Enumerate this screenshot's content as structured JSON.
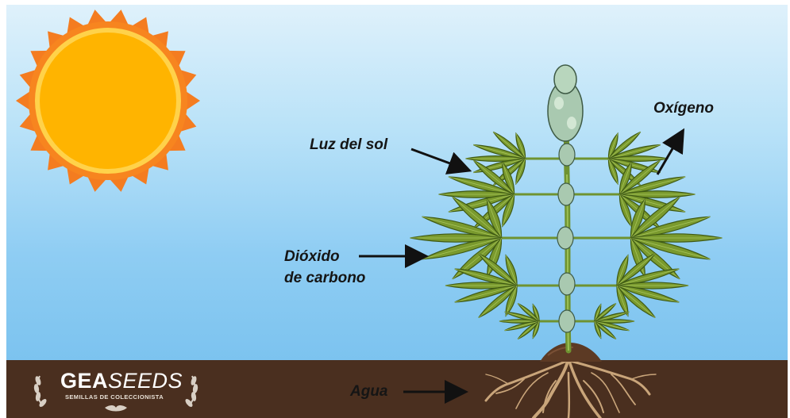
{
  "labels": {
    "sunlight": "Luz del sol",
    "co2_line1": "Dióxido",
    "co2_line2": "de carbono",
    "oxygen": "Oxígeno",
    "water": "Agua"
  },
  "brand": {
    "name_part1": "GEA",
    "name_part2": "SEEDS",
    "tagline": "SEMILLAS DE COLECCIONISTA"
  },
  "colors": {
    "sky_top": "#dff1fb",
    "sky_bottom": "#7cc3ef",
    "soil": "#4a2f1f",
    "sun_outer": "#f47c20",
    "sun_inner": "#ffb300",
    "leaf": "#7a9a2e",
    "leaf_dark": "#4f6e1a",
    "stem": "#6f9331",
    "bud": "#a9c9b0",
    "root": "#c9a57a"
  }
}
